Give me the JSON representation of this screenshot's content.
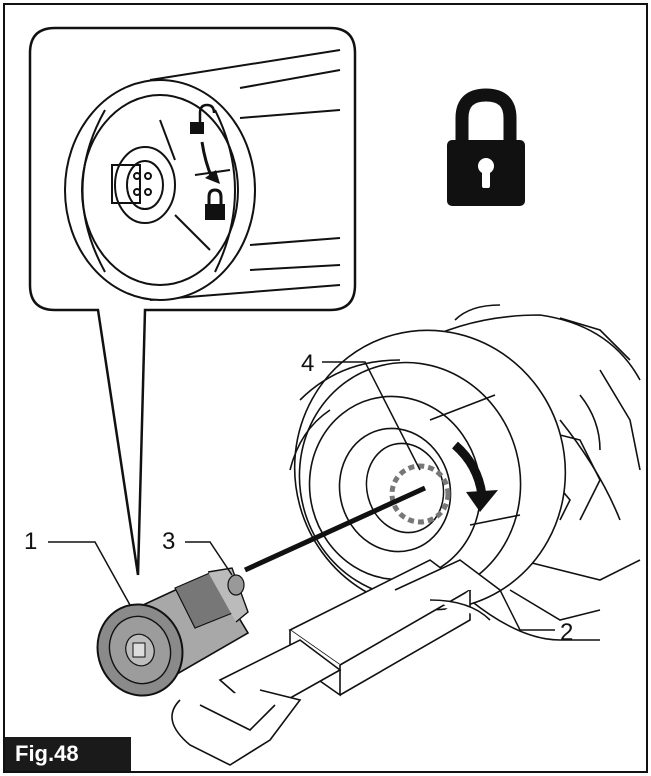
{
  "figure": {
    "label": "Fig.48"
  },
  "callouts": {
    "c1": "1",
    "c2": "2",
    "c3": "3",
    "c4": "4"
  },
  "icons": {
    "lock": "lock-icon",
    "unlock_symbol": "unlock-icon",
    "lock_symbol": "lock-icon",
    "rotation_arrow": "rotate-arrow-icon"
  },
  "colors": {
    "line": "#111111",
    "background": "#ffffff",
    "part_fill": "#8a8a8a",
    "label_bg": "#1a1a1a"
  }
}
